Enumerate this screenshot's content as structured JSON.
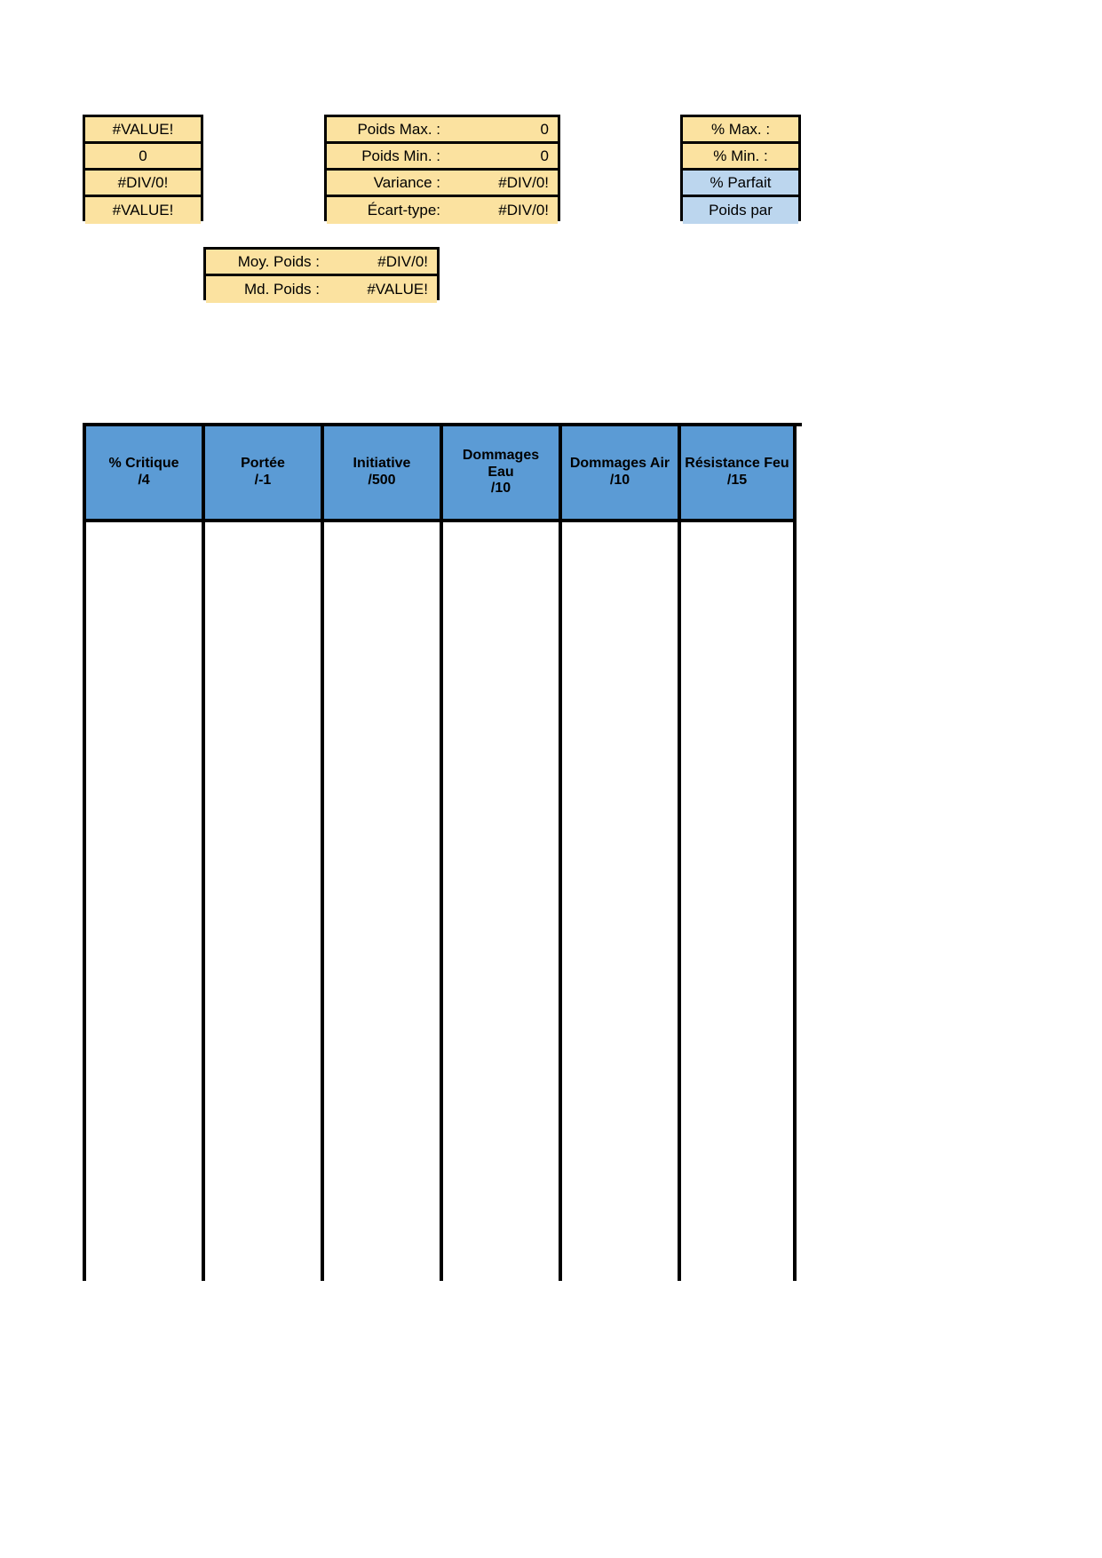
{
  "colors": {
    "cell_yellow": "#fbe2a0",
    "cell_blue": "#bcd6ee",
    "header_blue": "#5b9bd5",
    "border": "#000000"
  },
  "summary_left": {
    "rows": [
      {
        "value": "#VALUE!"
      },
      {
        "value": "0"
      },
      {
        "value": "#DIV/0!"
      },
      {
        "value": "#VALUE!"
      }
    ]
  },
  "poids_stats": {
    "rows": [
      {
        "label": "Poids Max. :",
        "value": "0"
      },
      {
        "label": "Poids Min. :",
        "value": "0"
      },
      {
        "label": "Variance :",
        "value": "#DIV/0!"
      },
      {
        "label": "Écart-type:",
        "value": "#DIV/0!"
      }
    ]
  },
  "percent_stats": {
    "rows": [
      {
        "label": "% Max. :",
        "value": ""
      },
      {
        "label": "% Min. :",
        "value": ""
      },
      {
        "label": "% Parfait",
        "value": ""
      },
      {
        "label": "Poids par",
        "value": ""
      }
    ]
  },
  "moy_poids": {
    "rows": [
      {
        "label": "Moy. Poids :",
        "value": "#DIV/0!"
      },
      {
        "label": "Md. Poids :",
        "value": "#VALUE!"
      }
    ]
  },
  "data_table": {
    "columns": [
      {
        "title": "% Critique",
        "scale": "/4"
      },
      {
        "title": "Portée",
        "scale": "/-1"
      },
      {
        "title": "Initiative",
        "scale": "/500"
      },
      {
        "title": "Dommages",
        "title2": "Eau",
        "scale": "/10"
      },
      {
        "title": "Dommages Air",
        "scale": "/10"
      },
      {
        "title": "Résistance Feu",
        "scale": "/15"
      }
    ],
    "rows": []
  }
}
